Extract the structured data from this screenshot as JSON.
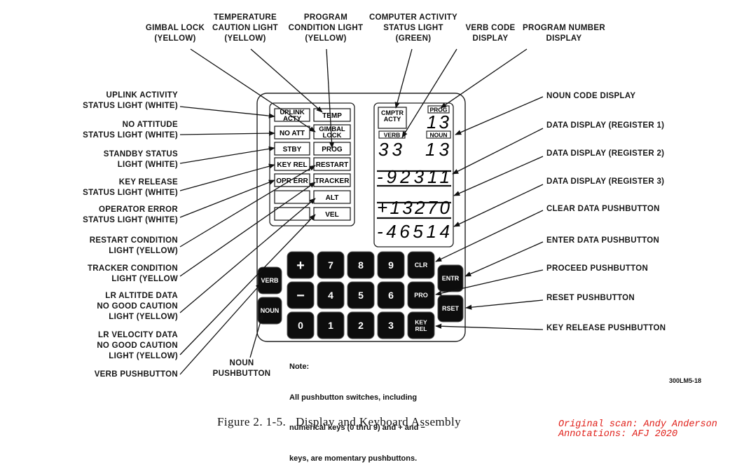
{
  "caption": "Figure 2. 1-5.   Display and Keyboard Assembly",
  "credits": [
    "Original scan: Andy Anderson",
    "Annotations: AFJ 2020"
  ],
  "figure_id": "300LM5-18",
  "note": [
    "Note:",
    "All pushbutton switches, including",
    "numerical keys (0 thru 9) and + and −",
    "keys, are momentary pushbuttons."
  ],
  "callouts": {
    "gimbal_lock": "GIMBAL LOCK\n(YELLOW)",
    "temperature": "TEMPERATURE\nCAUTION LIGHT\n(YELLOW)",
    "program_condition": "PROGRAM\nCONDITION LIGHT\n(YELLOW)",
    "computer_activity": "COMPUTER ACTIVITY\nSTATUS LIGHT\n(GREEN)",
    "verb_code": "VERB CODE\nDISPLAY",
    "program_number": "PROGRAM NUMBER\nDISPLAY",
    "uplink": "UPLINK ACTIVITY\nSTATUS LIGHT (WHITE)",
    "no_attitude": "NO ATTITUDE\nSTATUS LIGHT (WHITE)",
    "standby": "STANDBY STATUS\nLIGHT (WHITE)",
    "key_release_light": "KEY RELEASE\nSTATUS LIGHT (WHITE)",
    "operator_error": "OPERATOR ERROR\nSTATUS LIGHT (WHITE)",
    "restart": "RESTART CONDITION\nLIGHT (YELLOW)",
    "tracker": "TRACKER CONDITION\nLIGHT (YELLOW",
    "lr_altitude": "LR ALTITDE DATA\nNO GOOD CAUTION\nLIGHT (YELLOW)",
    "lr_velocity": "LR VELOCITY DATA\nNO GOOD CAUTION\nLIGHT (YELLOW)",
    "verb_pushbutton": "VERB PUSHBUTTON",
    "noun_pushbutton": "NOUN\nPUSHBUTTON",
    "noun_code": "NOUN CODE DISPLAY",
    "register1": "DATA DISPLAY (REGISTER 1)",
    "register2": "DATA DISPLAY (REGISTER 2)",
    "register3": "DATA DISPLAY (REGISTER 3)",
    "clear": "CLEAR DATA PUSHBUTTON",
    "enter": "ENTER DATA PUSHBUTTON",
    "proceed": "PROCEED PUSHBUTTON",
    "reset": "RESET PUSHBUTTON",
    "key_release_button": "KEY RELEASE PUSHBUTTON"
  },
  "indicators": {
    "uplink": "UPLINK\nACTY",
    "temp": "TEMP",
    "no_att": "NO ATT",
    "gimbal": "GIMBAL\nLOCK",
    "stby": "STBY",
    "prog": "PROG",
    "key_rel": "KEY REL",
    "restart": "RESTART",
    "opr_err": "OPR ERR",
    "tracker": "TRACKER",
    "alt": "ALT",
    "vel": "VEL"
  },
  "display": {
    "comp_acty": "CMPTR\nACTY",
    "prog_label": "PROG",
    "prog_value": "13",
    "verb_label": "VERB",
    "noun_label": "NOUN",
    "verb_value": "33",
    "noun_value": "13",
    "r1": "-92311",
    "r2": "+13270",
    "r3": "-46514"
  },
  "keys": {
    "verb": "VERB",
    "noun": "NOUN",
    "plus": "+",
    "minus": "−",
    "k0": "0",
    "k1": "1",
    "k2": "2",
    "k3": "3",
    "k4": "4",
    "k5": "5",
    "k6": "6",
    "k7": "7",
    "k8": "8",
    "k9": "9",
    "clr": "CLR",
    "pro": "PRO",
    "key_rel": "KEY\nREL",
    "entr": "ENTR",
    "rset": "RSET"
  }
}
